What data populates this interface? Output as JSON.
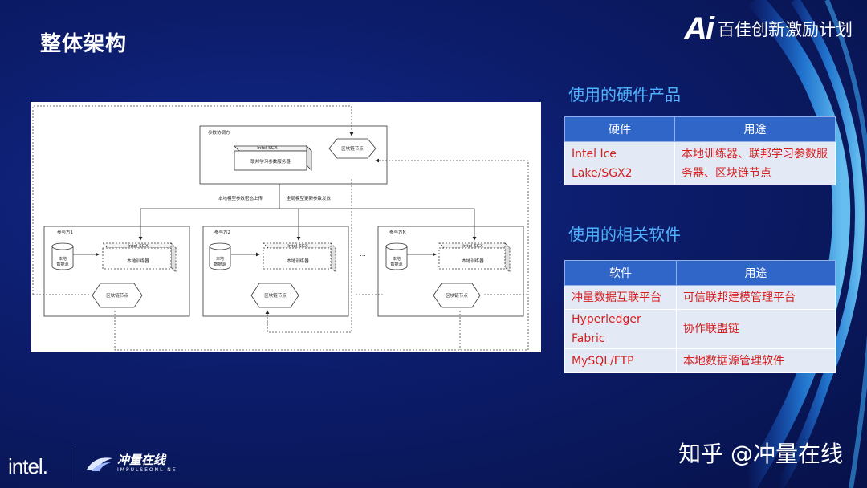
{
  "slide_title": "整体架构",
  "brand": {
    "logo_text": "Ai",
    "name": "百佳创新激励计划"
  },
  "diagram": {
    "coordinator_label": "参数协调方",
    "sgx_label": "Intel SGX",
    "param_server_label": "联邦学习参数服务器",
    "blockchain_node_label": "区块链节点",
    "upload_label": "本地模型参数密态上传",
    "broadcast_label": "全局模型更新参数发放",
    "participants": [
      {
        "label": "参与方1",
        "datasource": [
          "本地",
          "数据源"
        ],
        "sgx": "Intel SGX",
        "trainer": "本地训练器",
        "node": "区块链节点"
      },
      {
        "label": "参与方2",
        "datasource": [
          "本地",
          "数据源"
        ],
        "sgx": "Intel SGX",
        "trainer": "本地训练器",
        "node": "区块链节点"
      },
      {
        "label": "参与方N",
        "datasource": [
          "本地",
          "数据源"
        ],
        "sgx": "Intel SGX",
        "trainer": "本地训练器",
        "node": "区块链节点"
      }
    ],
    "ellipsis": "..."
  },
  "hardware": {
    "title": "使用的硬件产品",
    "headers": [
      "硬件",
      "用途"
    ],
    "rows": [
      {
        "name_lines": [
          "Intel Ice",
          "Lake/SGX2"
        ],
        "use_lines": [
          "本地训练器、联邦学习参数服",
          "务器、区块链节点"
        ]
      }
    ]
  },
  "software": {
    "title": "使用的相关软件",
    "headers": [
      "软件",
      "用途"
    ],
    "rows": [
      {
        "name": "冲量数据互联平台",
        "use": "可信联邦建模管理平台"
      },
      {
        "name": "Hyperledger Fabric",
        "use": "协作联盟链"
      },
      {
        "name": "MySQL/FTP",
        "use": "本地数据源管理软件"
      }
    ]
  },
  "footer": {
    "intel_logo": "intel.",
    "impulse_logo": "冲量在线",
    "impulse_sub": "IMPULSEONLINE",
    "watermark": "知乎 @冲量在线"
  },
  "colors": {
    "background": "#0c1c6a",
    "table_header": "#2f66c8",
    "table_cell": "#e3eaf6",
    "table_text": "#d61e1e",
    "section_title": "#4fb4ff"
  }
}
